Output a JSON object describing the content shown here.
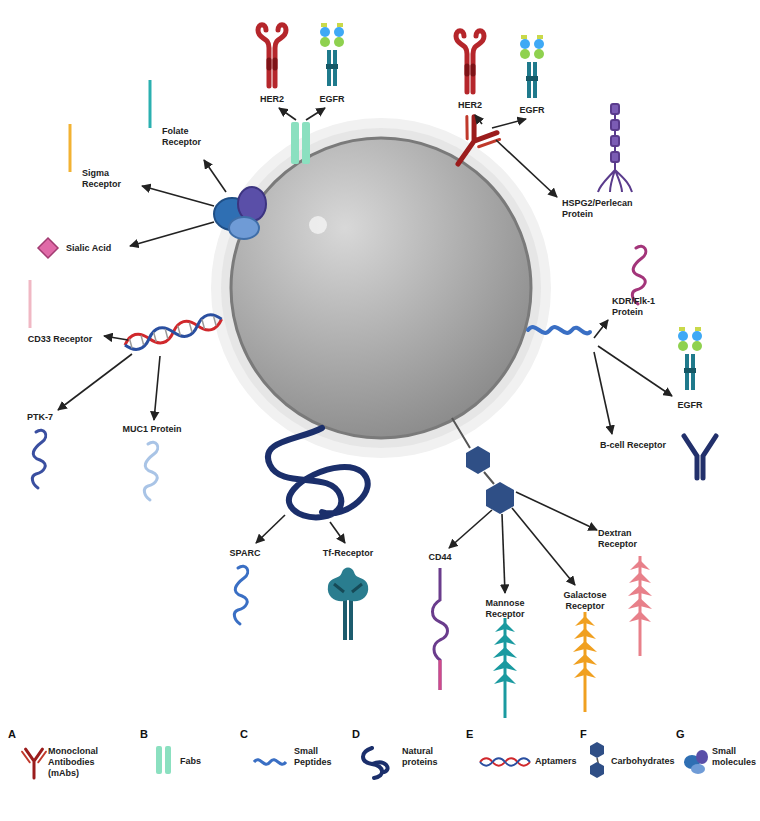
{
  "diagram": {
    "labels": [
      "HER2",
      "EGFR",
      "Folate Receptor",
      "Sigma Receptor",
      "Sialic Acid",
      "HER2",
      "EGFR",
      "HSPG2/Perlecan Protein",
      "KDR/Flk-1 Protein",
      "EGFR",
      "B-cell Receptor",
      "CD33 Receptor",
      "PTK-7",
      "MUC1 Protein",
      "SPARC",
      "Tf-Receptor",
      "CD44",
      "Mannose Receptor",
      "Galactose Receptor",
      "Dextran Receptor",
      "A",
      "B",
      "C",
      "D",
      "E",
      "F",
      "G"
    ],
    "legend": [
      {
        "text": "Monoclonal Antibodies (mAbs)"
      },
      {
        "text": "Fabs"
      },
      {
        "text": "Small Peptides"
      },
      {
        "text": "Natural proteins"
      },
      {
        "text": "Aptamers"
      },
      {
        "text": "Carbohydrates"
      },
      {
        "text": "Small molecules"
      }
    ]
  }
}
